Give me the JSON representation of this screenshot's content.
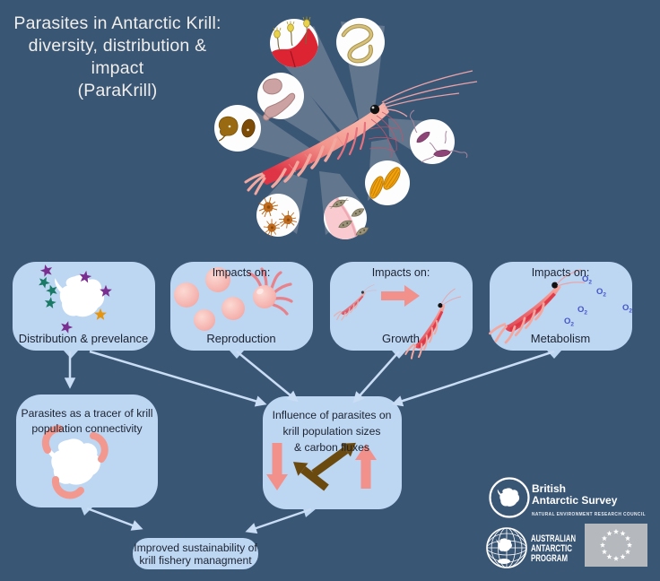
{
  "title": {
    "line1": "Parasites in Antarctic Krill:",
    "line2": "diversity, distribution &",
    "line3": "impact",
    "line4": "(ParaKrill)"
  },
  "top_boxes": {
    "distribution": {
      "label": "Distribution & prevelance"
    },
    "reproduction": {
      "header": "Impacts on:",
      "label": "Reproduction"
    },
    "growth": {
      "header": "Impacts on:",
      "label": "Growth"
    },
    "metabolism": {
      "header": "Impacts on:",
      "label": "Metabolism",
      "molecule": {
        "symbol": "O",
        "subscript": "2"
      }
    }
  },
  "flow_boxes": {
    "tracer": {
      "line1": "Parasites as a tracer of krill",
      "line2": "population connectivity"
    },
    "influence": {
      "line1": "Influence of parasites  on",
      "line2": "krill population sizes",
      "line3": "& carbon fluxes"
    },
    "outcome": {
      "line1": "Improved sustainability of",
      "line2": "krill fishery managment"
    }
  },
  "logos": {
    "bas": {
      "name_line1": "British",
      "name_line2": "Antarctic Survey",
      "tagline": "NATURAL ENVIRONMENT RESEARCH COUNCIL"
    },
    "aap": {
      "line1": "AUSTRALIAN",
      "line2": "ANTARCTIC",
      "line3": "PROGRAM"
    }
  },
  "parasite_circles": [
    "epibiont-suctorians-on-carapace",
    "nematode-worm",
    "trematode-flukes",
    "gregarine-blobs",
    "dinoflagellate-cells",
    "apicomplexan-spores",
    "ciliates-in-tissue",
    "radiating-spore-cells"
  ],
  "colors": {
    "background": "#3A5675",
    "box_fill": "#BDD6F2",
    "box_text": "#1C2330",
    "connector": "#C9DDF5",
    "krill_pink": "#F2948C",
    "krill_red": "#DE3445",
    "arrow_salmon": "#F2908C",
    "arrow_brown": "#6B4A10",
    "o2_blue": "#4356C9",
    "star_purple": "#7A2F90",
    "star_teal": "#1A7A66",
    "star_orange": "#E6950E",
    "eu_flag_gray": "#B5B8BC"
  }
}
